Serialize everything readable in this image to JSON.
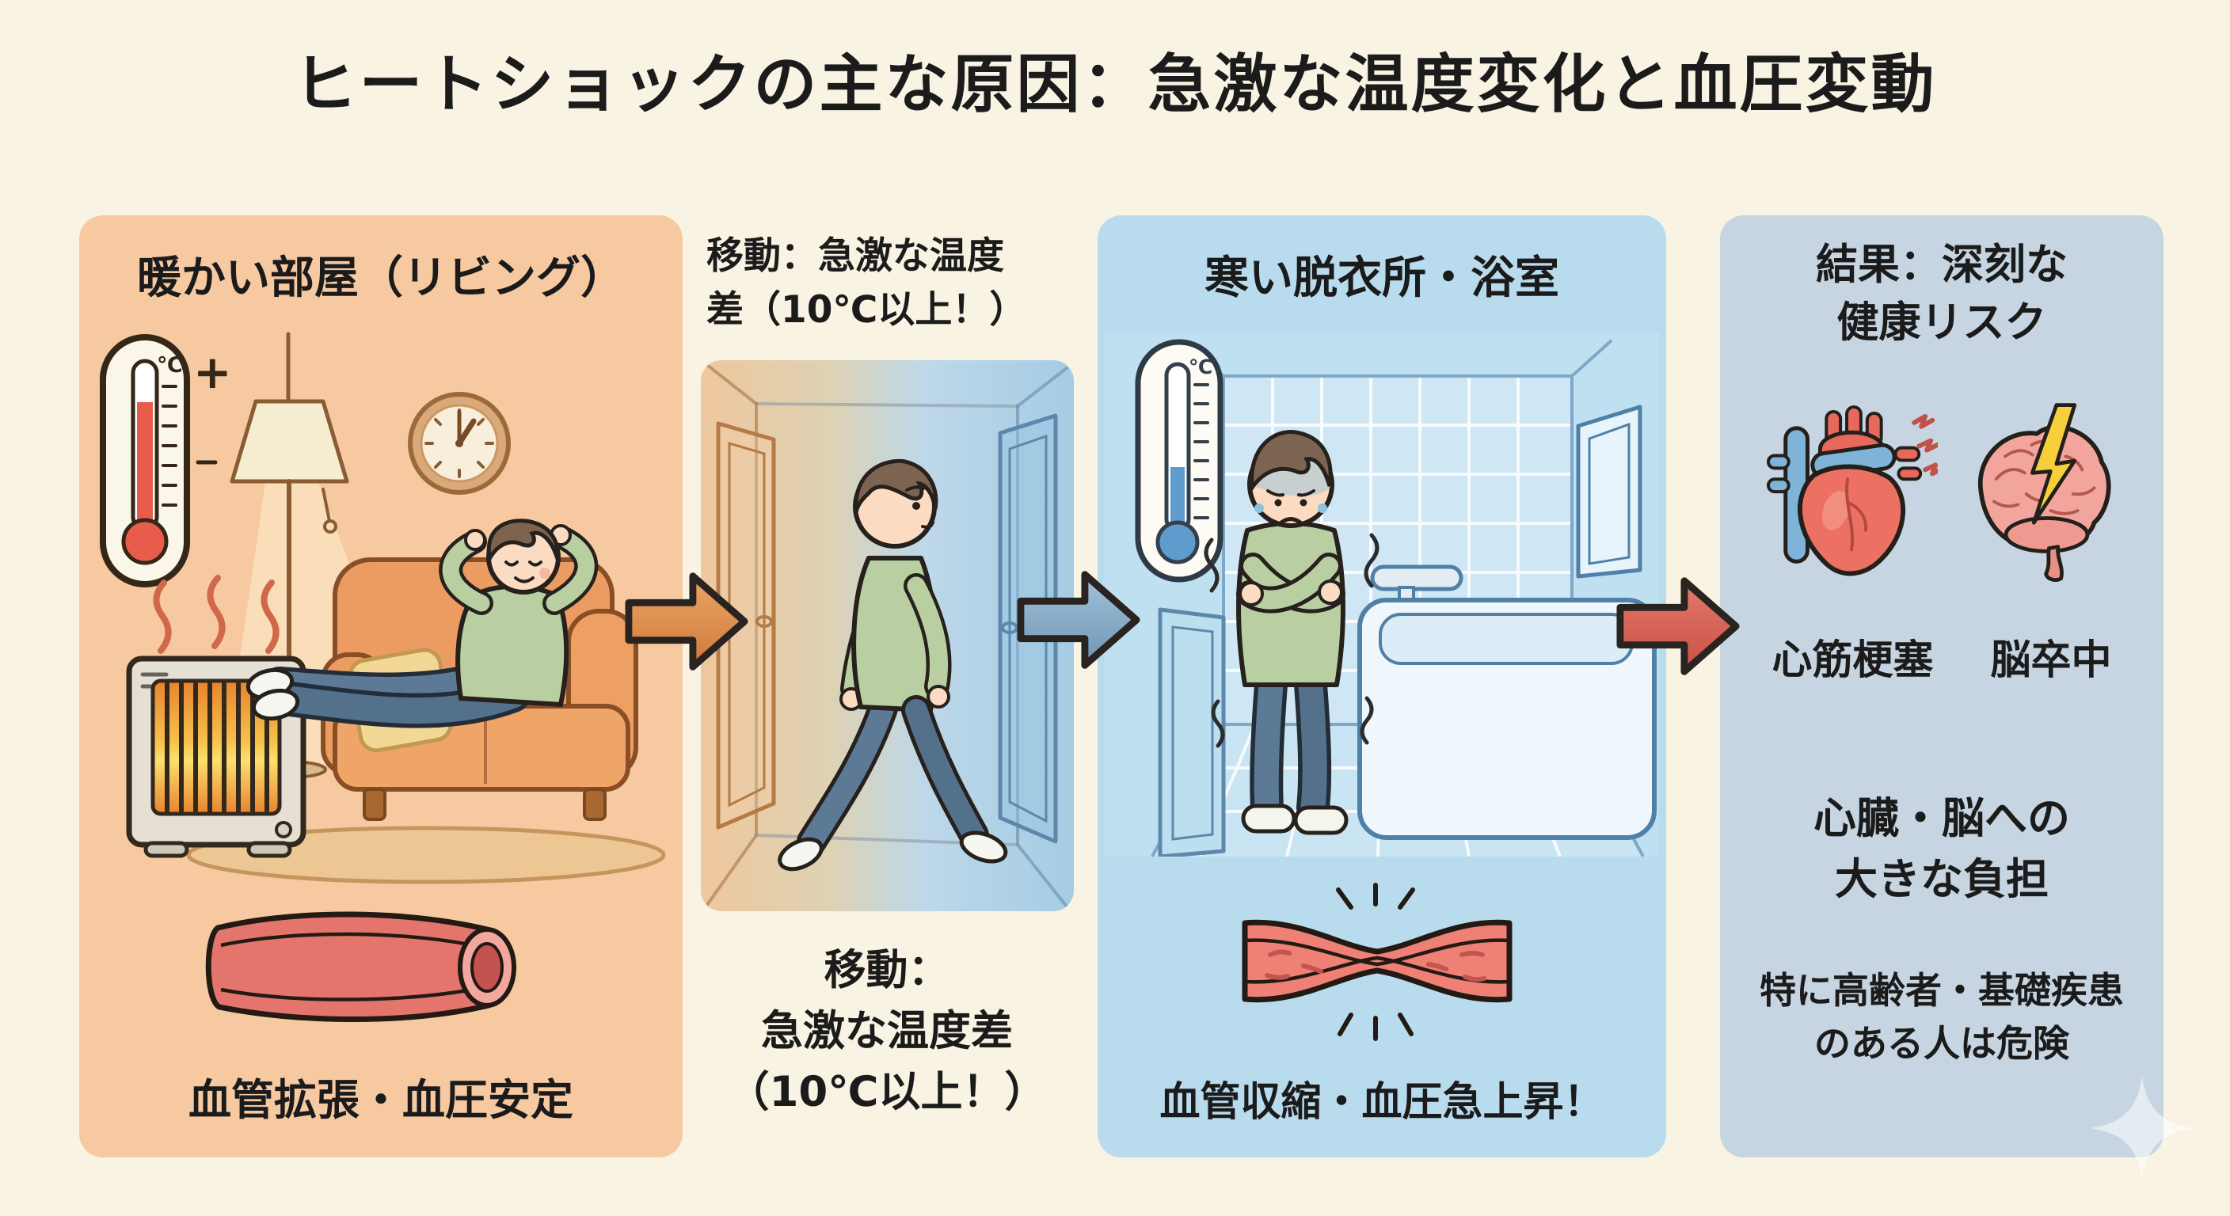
{
  "title": "ヒートショックの主な原因：急激な温度変化と血圧変動",
  "panel_warm": {
    "header": "暖かい部屋（リビング）",
    "thermometer_unit": "℃",
    "thermometer_plus": "+",
    "caption": "血管拡張・血圧安定"
  },
  "transition": {
    "top_line1": "移動：急激な温度",
    "top_line2": "差（10℃以上！）",
    "bottom_line1": "移動：",
    "bottom_line2": "急激な温度差",
    "bottom_line3": "（10℃以上！）"
  },
  "panel_cold": {
    "header": "寒い脱衣所・浴室",
    "thermometer_unit": "℃",
    "caption": "血管収縮・血圧急上昇！"
  },
  "panel_result": {
    "header_line1": "結果：深刻な",
    "header_line2": "健康リスク",
    "label_heart": "心筋梗塞",
    "label_brain": "脳卒中",
    "burden_line1": "心臓・脳への",
    "burden_line2": "大きな負担",
    "warning_line1": "特に高齢者・基礎疾患",
    "warning_line2": "のある人は危険"
  },
  "colors": {
    "background": "#f8f3e2",
    "panel_warm_bg": "#f6c9a1",
    "panel_cold_bg": "#b9dbee",
    "panel_result_bg": "#c6d5e1",
    "arrow_warm": "#dd8f4e",
    "arrow_cold": "#86aac7",
    "arrow_danger": "#d9635a",
    "vessel_red": "#e4756c",
    "heart_red": "#ec7163",
    "vein_blue": "#7fb3d8",
    "brain_pink": "#f2a59c",
    "lightning_yellow": "#f6cf3a",
    "sweater_green": "#b9cfa2",
    "pants_blue": "#5c7a96",
    "text": "#1b1b1b"
  },
  "icons": [
    "thermometer-warm-icon",
    "floor-lamp-icon",
    "wall-clock-icon",
    "heater-icon",
    "sofa-icon",
    "relaxing-person-icon",
    "rug-icon",
    "dilated-vessel-icon",
    "door-warm-icon",
    "door-cold-icon",
    "walking-person-icon",
    "thermometer-cold-icon",
    "shivering-person-icon",
    "bathtub-icon",
    "window-icon",
    "constricted-vessel-icon",
    "heart-icon",
    "brain-icon",
    "lightning-icon",
    "sparkle-icon",
    "arrow-right-warm-icon",
    "arrow-right-cold-icon",
    "arrow-right-danger-icon"
  ]
}
